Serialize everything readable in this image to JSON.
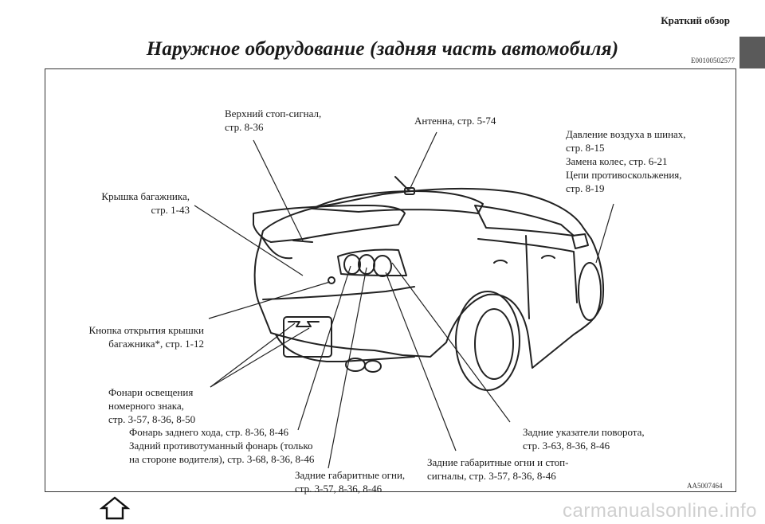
{
  "header": {
    "section": "Краткий обзор",
    "doc_code": "E00100502577"
  },
  "title": "Наружное оборудование (задняя часть автомобиля)",
  "labels": {
    "high_stop": "Верхний стоп-сигнал,\nстр. 8-36",
    "antenna": "Антенна, стр. 5-74",
    "tires": "Давление воздуха в шинах,\nстр. 8-15\nЗамена колес, стр. 6-21\nЦепи противоскольжения,\nстр. 8-19",
    "trunk_lid": "Крышка багажника,\nстр. 1-43",
    "trunk_button": "Кнопка открытия крышки\nбагажника*, стр. 1-12",
    "plate_lights": "Фонари освещения\nномерного знака,\nстр. 3-57, 8-36, 8-50",
    "reverse_fog": "Фонарь заднего хода, стр. 8-36, 8-46\nЗадний противотуманный фонарь (только\nна стороне водителя), стр. 3-68, 8-36, 8-46",
    "tail_lights": "Задние габаритные огни,\nстр. 3-57, 8-36, 8-46",
    "tail_stop": "Задние габаритные огни и стоп-\nсигналы, стр. 3-57, 8-36, 8-46",
    "turn_signals": "Задние указатели поворота,\nстр. 3-63, 8-36, 8-46"
  },
  "figure_code": "AA5007464",
  "watermark": "carmanualsonline.info",
  "icons": {
    "home": "home-icon"
  }
}
